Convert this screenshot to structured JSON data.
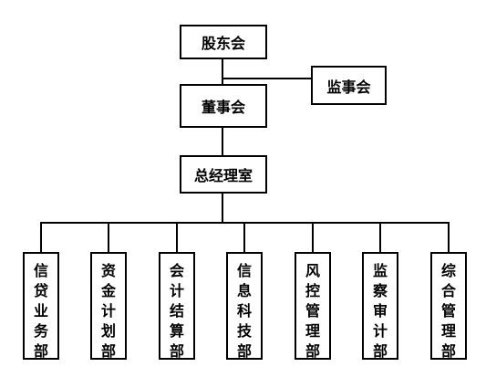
{
  "nodes": {
    "shareholders": "股东会",
    "supervisors": "监事会",
    "board": "董事会",
    "gm_office": "总经理室"
  },
  "departments": [
    "信贷业务部",
    "资金计划部",
    "会计结算部",
    "信息科技部",
    "风控管理部",
    "监察审计部",
    "综合管理部"
  ]
}
